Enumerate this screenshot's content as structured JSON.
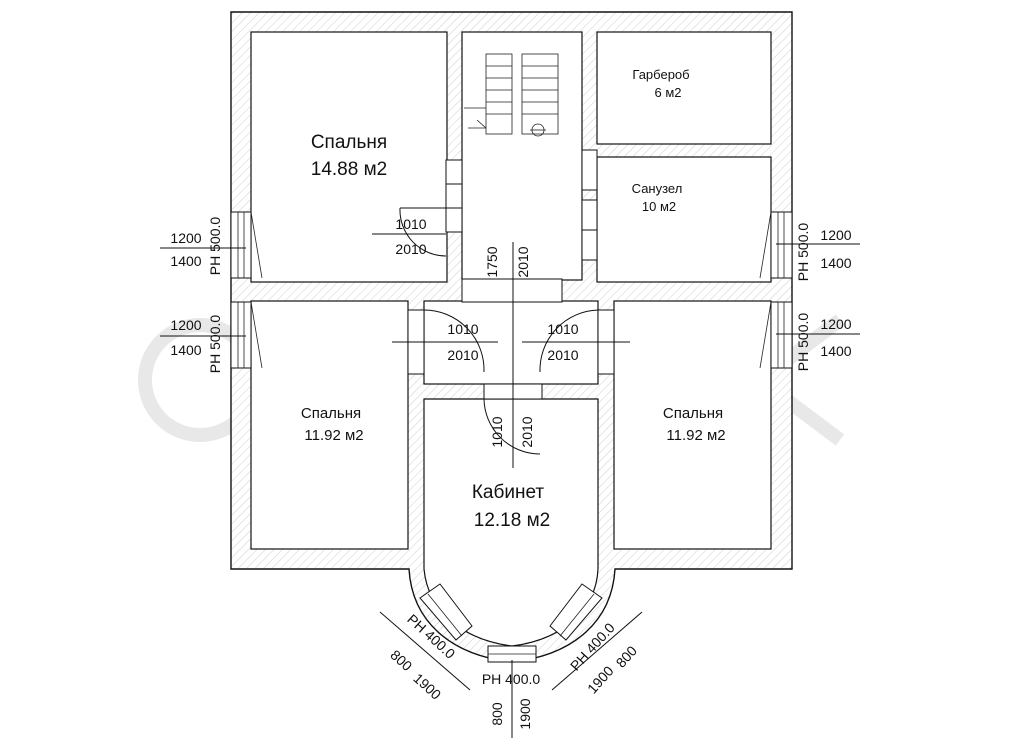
{
  "rooms": {
    "bedroom_top": {
      "name": "Спальня",
      "area": "14.88 м2"
    },
    "wardrobe": {
      "name": "Гарбероб",
      "area": "6 м2"
    },
    "bathroom": {
      "name": "Санузел",
      "area": "10 м2"
    },
    "bedroom_left": {
      "name": "Спальня",
      "area": "11.92 м2"
    },
    "bedroom_right": {
      "name": "Спальня",
      "area": "11.92 м2"
    },
    "office": {
      "name": "Кабинет",
      "area": "12.18 м2"
    }
  },
  "doors": {
    "d1": {
      "w": "1010",
      "h": "2010"
    },
    "d2": {
      "w": "1750",
      "h": "2010"
    },
    "d3": {
      "w": "1010",
      "h": "2010"
    },
    "d4": {
      "w": "1010",
      "h": "2010"
    },
    "d5": {
      "w": "1010",
      "h": "2010"
    }
  },
  "windows": {
    "left_top": {
      "w": "1200",
      "h": "1400",
      "sill": "РН 500.0"
    },
    "left_bottom": {
      "w": "1200",
      "h": "1400",
      "sill": "РН 500.0"
    },
    "right_top": {
      "w": "1200",
      "h": "1400",
      "sill": "РН 500.0"
    },
    "right_bottom": {
      "w": "1200",
      "h": "1400",
      "sill": "РН 500.0"
    },
    "bay_left": {
      "w": "800",
      "h": "1900",
      "sill": "РН 400.0"
    },
    "bay_center": {
      "w": "800",
      "h": "1900",
      "sill": "РН 400.0"
    },
    "bay_right": {
      "w": "800",
      "h": "1900",
      "sill": "РН 400.0"
    }
  }
}
